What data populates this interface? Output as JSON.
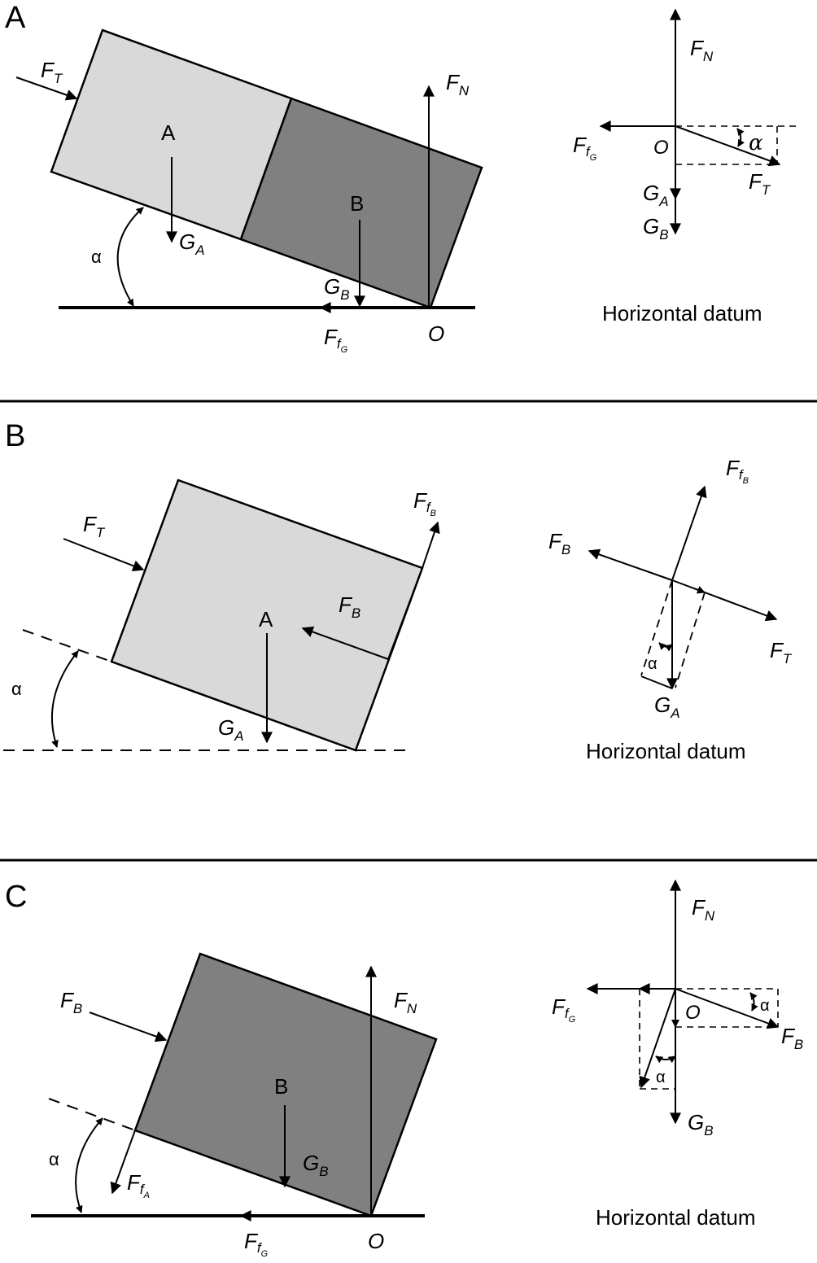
{
  "panels": {
    "a": {
      "letter": "A",
      "block_a": "A",
      "block_b": "B",
      "f": "F",
      "g": "G",
      "sub_t": "T",
      "sub_n": "N",
      "sub_a": "A",
      "sub_b": "B",
      "sub_f": "f",
      "sub_g": "G",
      "point": "O",
      "angle": "α",
      "datum": "Horizontal datum",
      "colors": {
        "block_a": "#d9d9d9",
        "block_b": "#808080"
      }
    },
    "b": {
      "letter": "B",
      "block": "A",
      "f": "F",
      "g": "G",
      "sub_t": "T",
      "sub_b": "B",
      "sub_a": "A",
      "sub_f": "f",
      "angle": "α",
      "datum": "Horizontal datum",
      "colors": {
        "block": "#d9d9d9"
      }
    },
    "c": {
      "letter": "C",
      "block": "B",
      "f": "F",
      "g": "G",
      "sub_b": "B",
      "sub_n": "N",
      "sub_f": "f",
      "sub_a": "A",
      "sub_g": "G",
      "point": "O",
      "angle": "α",
      "datum": "Horizontal datum",
      "colors": {
        "block": "#808080"
      }
    }
  }
}
